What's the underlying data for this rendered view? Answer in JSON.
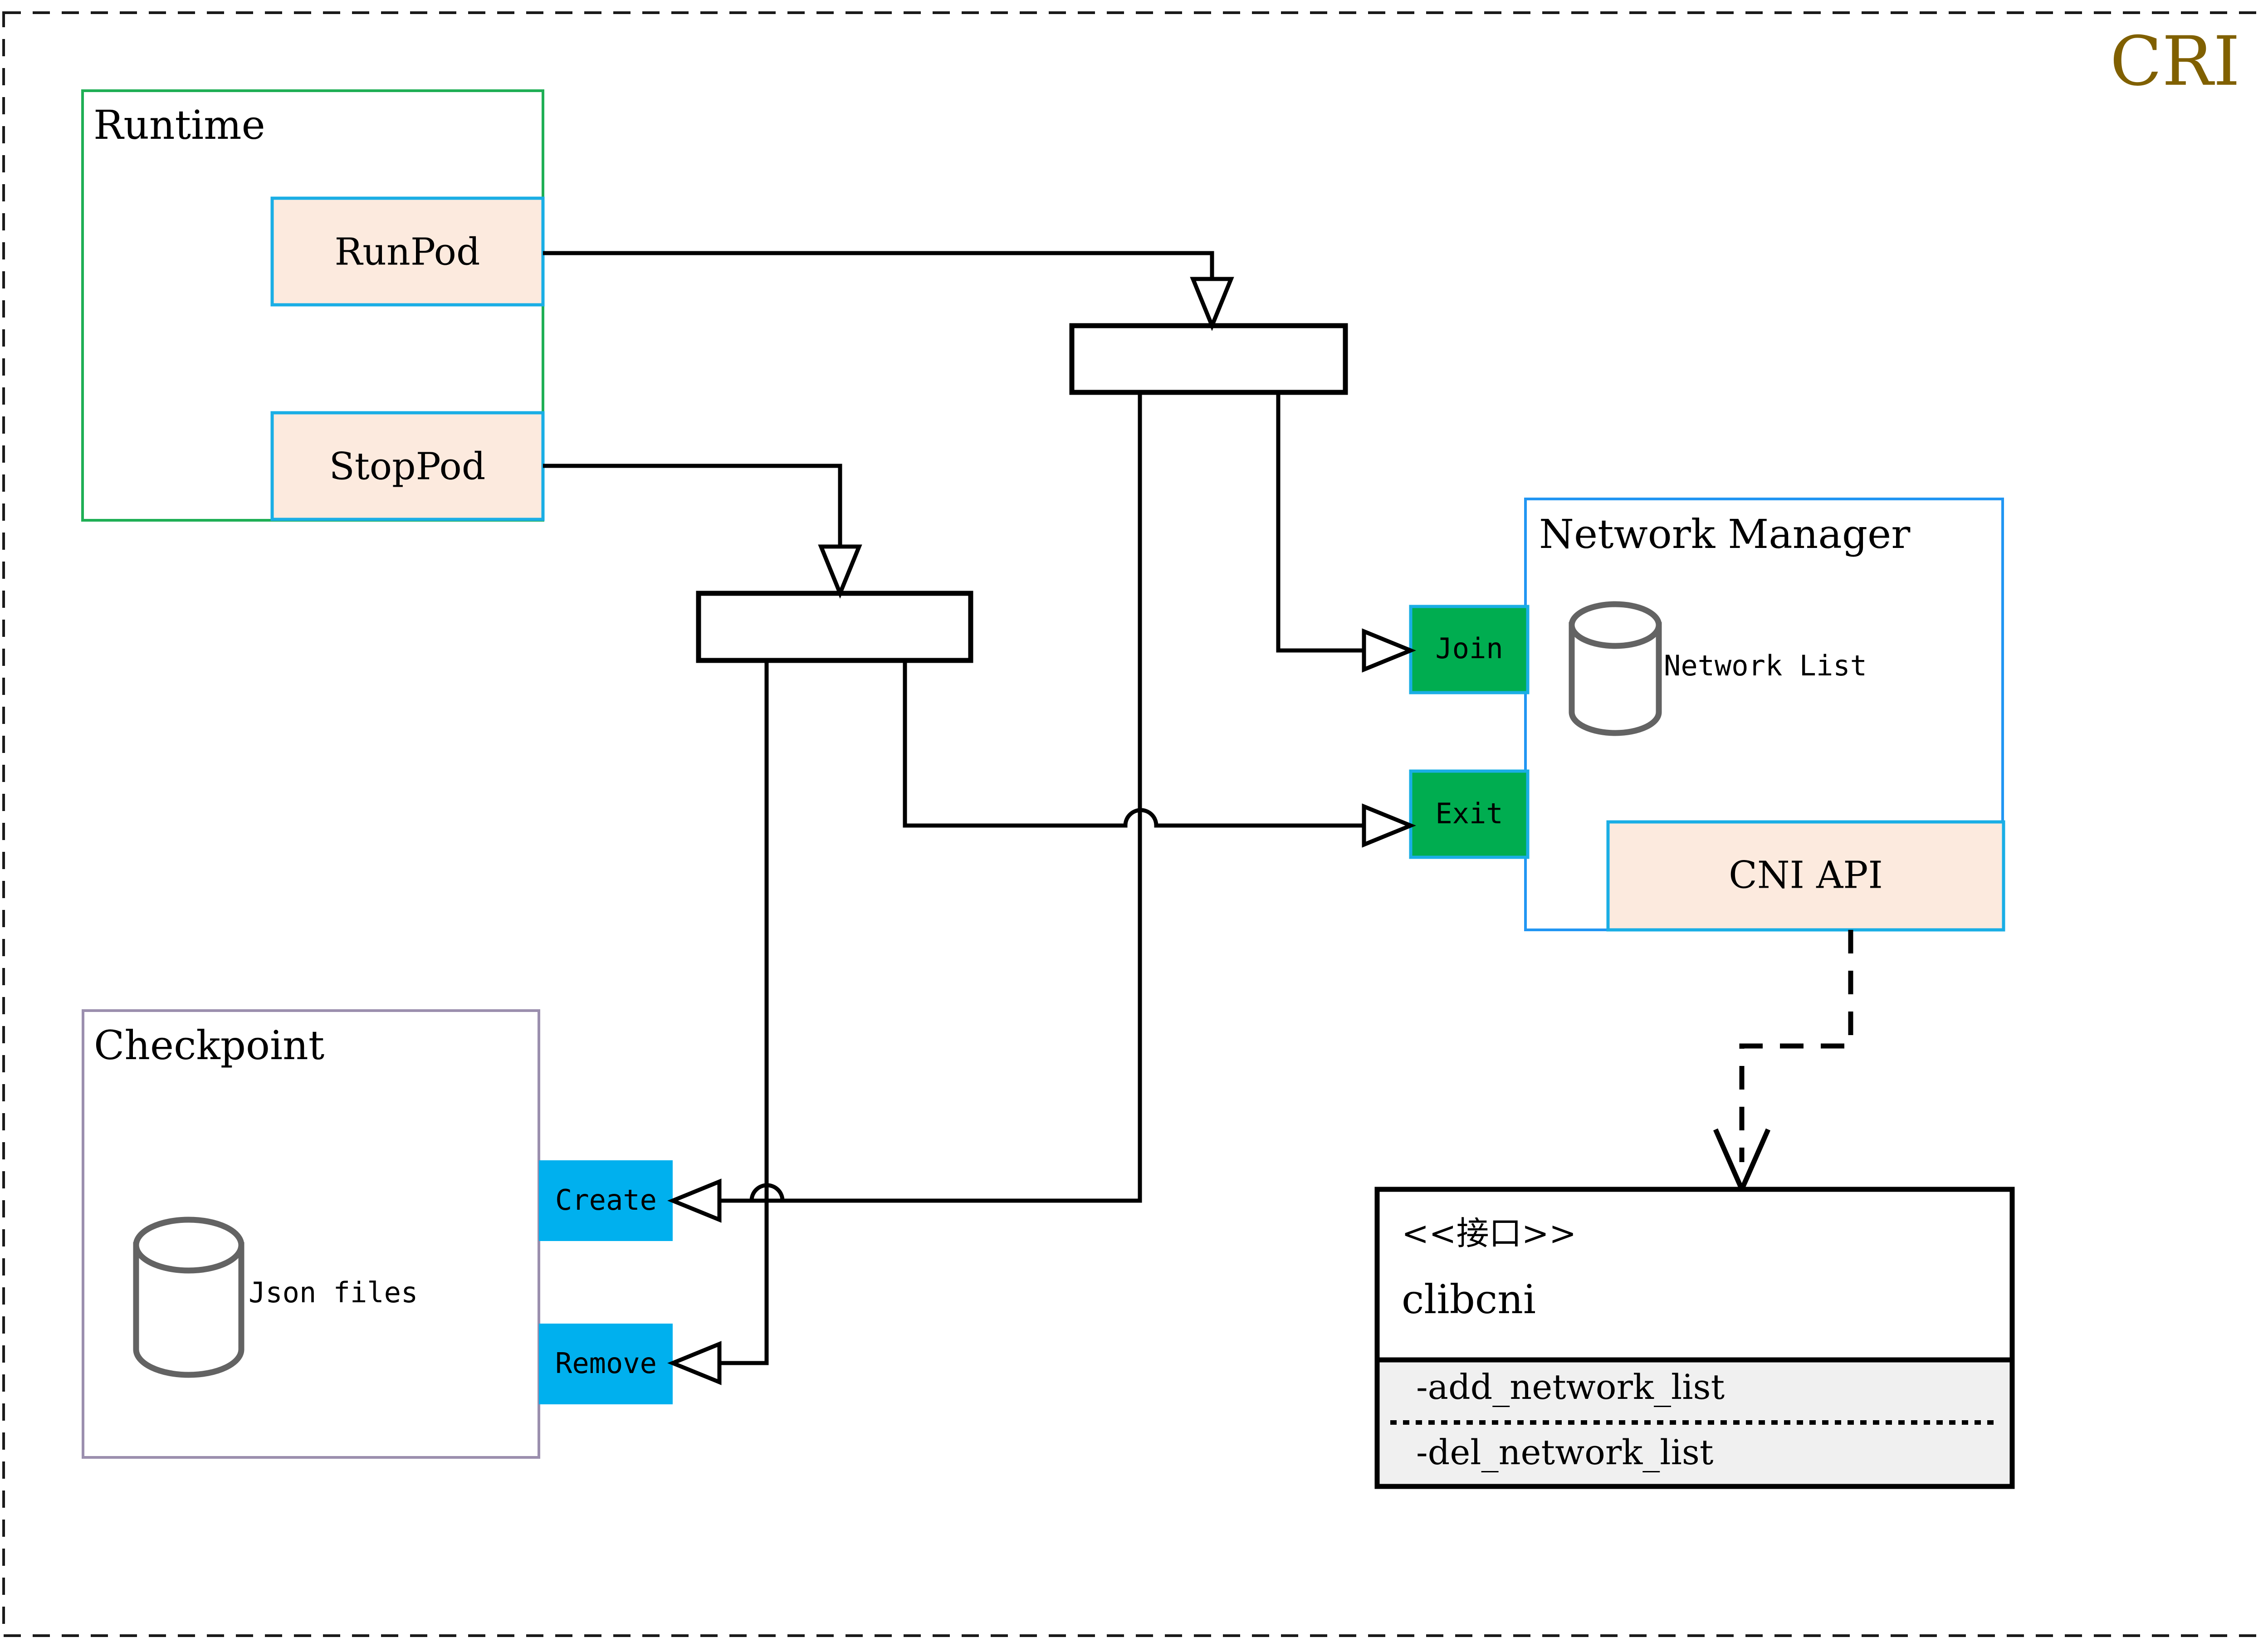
{
  "diagram": {
    "title": "CRI",
    "title_color": "#806000",
    "background": "#ffffff"
  },
  "groups": {
    "runtime": {
      "label": "Runtime",
      "border_color": "#1faf55"
    },
    "checkpoint": {
      "label": "Checkpoint",
      "border_color": "#9b8fae"
    },
    "network_manager": {
      "label": "Network Manager",
      "border_color": "#2196f3"
    }
  },
  "runtime_actions": [
    {
      "label": "RunPod",
      "fill": "#fceade",
      "border": "#1aaee5"
    },
    {
      "label": "StopPod",
      "fill": "#fceade",
      "border": "#1aaee5"
    }
  ],
  "network_manager": {
    "store_label": "Network List",
    "api_box": {
      "label": "CNI API",
      "fill": "#fceade",
      "border": "#1aaee5"
    },
    "ports": [
      {
        "label": "Join",
        "fill": "#00ad50"
      },
      {
        "label": "Exit",
        "fill": "#00ad50"
      }
    ]
  },
  "checkpoint": {
    "store_label": "Json files",
    "ports": [
      {
        "label": "Create",
        "fill": "#00b0ee"
      },
      {
        "label": "Remove",
        "fill": "#00b0ee"
      }
    ]
  },
  "interface_box": {
    "stereotype": "<<接口>>",
    "name": "clibcni",
    "methods": [
      "-add_network_list",
      "-del_network_list"
    ],
    "methods_fill": "#f0f0f0"
  },
  "fork_bars": [
    {
      "name": "runpod-fork"
    },
    {
      "name": "stoppod-fork"
    }
  ]
}
